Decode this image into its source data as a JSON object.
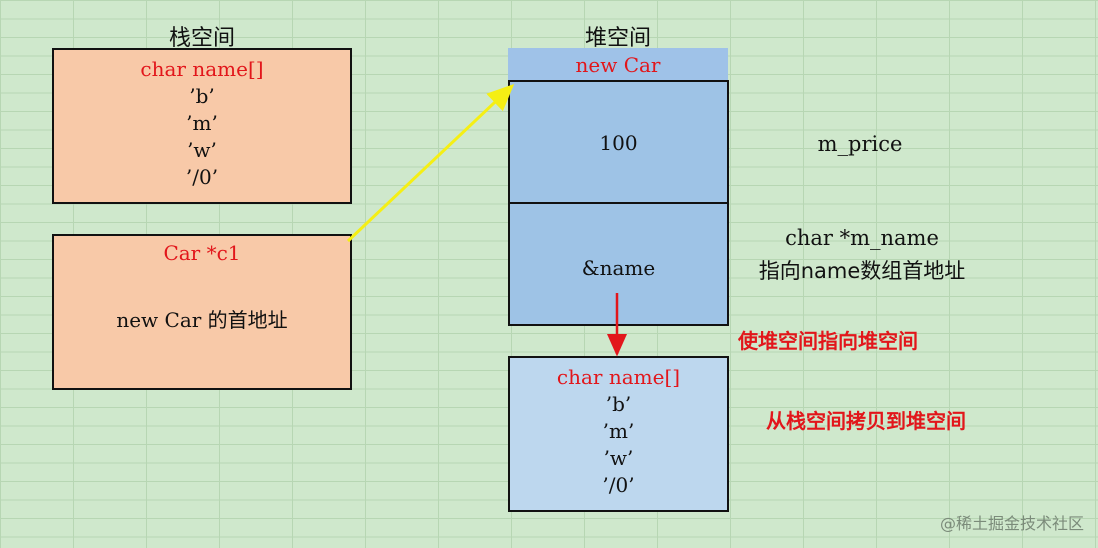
{
  "stack": {
    "title": "栈空间",
    "name_array": {
      "header": "char name[]",
      "chars": [
        "’b’",
        "’m’",
        "’w’",
        "’/0’"
      ]
    },
    "pointer": {
      "header": "Car *c1",
      "text": "new Car 的首地址"
    }
  },
  "heap": {
    "title": "堆空间",
    "object_header": "new Car",
    "price_value": "100",
    "name_value": "&name",
    "name_array": {
      "header": "char name[]",
      "chars": [
        "’b’",
        "’m’",
        "’w’",
        "’/0’"
      ]
    }
  },
  "labels": {
    "price": "m_price",
    "name_line1": "char *m_name",
    "name_line2": "指向name数组首地址"
  },
  "notes": {
    "point_note": "使堆空间指向堆空间",
    "copy_note": "从栈空间拷贝到堆空间"
  },
  "watermark": "@稀土掘金技术社区",
  "colors": {
    "red": "#e2161b",
    "arrow_yellow": "#f5ef14",
    "stack_fill": "#f8c9a8",
    "heap_fill": "#9ec3e6"
  }
}
